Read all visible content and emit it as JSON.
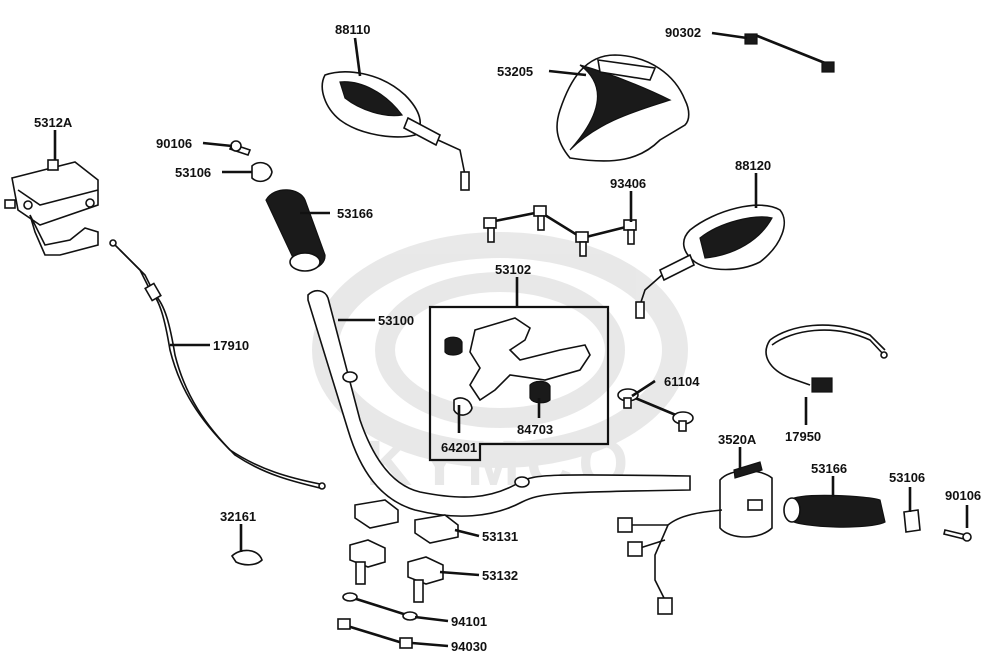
{
  "watermark": "KYMCO",
  "parts": {
    "p88110": "88110",
    "p90302": "90302",
    "p53205": "53205",
    "p5312A": "5312A",
    "p90106a": "90106",
    "p53106a": "53106",
    "p53166a": "53166",
    "p93406": "93406",
    "p88120": "88120",
    "p53102": "53102",
    "p53100": "53100",
    "p17910": "17910",
    "p61104": "61104",
    "p64201": "64201",
    "p84703": "84703",
    "p3520A": "3520A",
    "p17950": "17950",
    "p53166b": "53166",
    "p53106b": "53106",
    "p90106b": "90106",
    "p32161": "32161",
    "p53131": "53131",
    "p53132": "53132",
    "p94101": "94101",
    "p94030": "94030"
  }
}
